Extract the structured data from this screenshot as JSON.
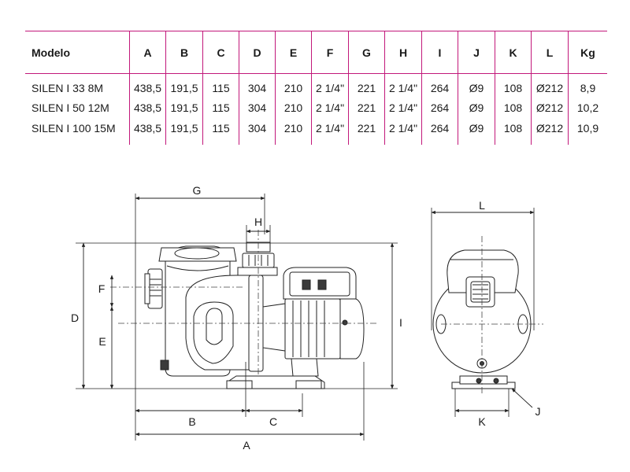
{
  "table": {
    "headers": [
      "Modelo",
      "A",
      "B",
      "C",
      "D",
      "E",
      "F",
      "G",
      "H",
      "I",
      "J",
      "K",
      "L",
      "Kg"
    ],
    "rows": [
      [
        "SILEN I 33 8M",
        "438,5",
        "191,5",
        "115",
        "304",
        "210",
        "2 1/4\"",
        "221",
        "2 1/4\"",
        "264",
        "Ø9",
        "108",
        "Ø212",
        "8,9"
      ],
      [
        "SILEN I 50 12M",
        "438,5",
        "191,5",
        "115",
        "304",
        "210",
        "2 1/4\"",
        "221",
        "2 1/4\"",
        "264",
        "Ø9",
        "108",
        "Ø212",
        "10,2"
      ],
      [
        "SILEN I 100 15M",
        "438,5",
        "191,5",
        "115",
        "304",
        "210",
        "2 1/4\"",
        "221",
        "2 1/4\"",
        "264",
        "Ø9",
        "108",
        "Ø212",
        "10,9"
      ]
    ]
  },
  "dimension_labels": {
    "A": "A",
    "B": "B",
    "C": "C",
    "D": "D",
    "E": "E",
    "F": "F",
    "G": "G",
    "H": "H",
    "I": "I",
    "J": "J",
    "K": "K",
    "L": "L"
  },
  "colors": {
    "accent_rule": "#c2187a",
    "line": "#222222",
    "fill": "#ffffff",
    "dark_fill": "#3a3a3a"
  }
}
